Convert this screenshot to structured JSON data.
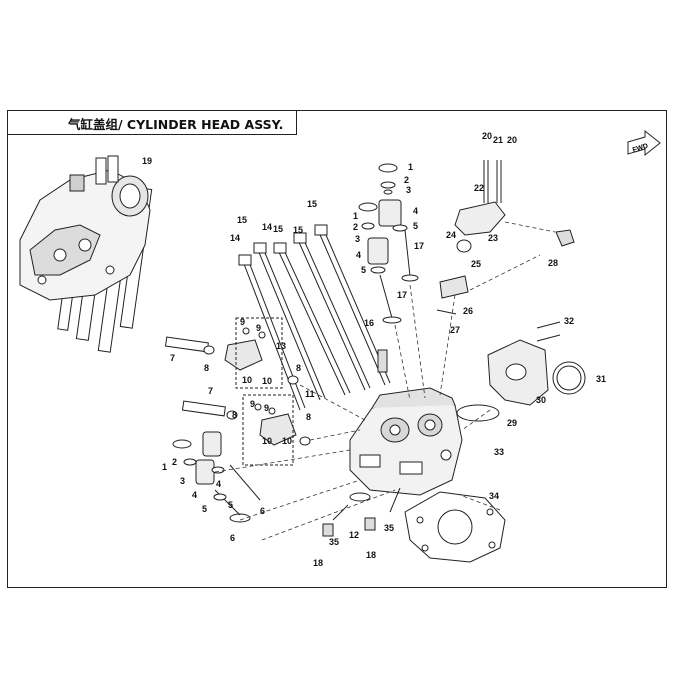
{
  "title": "气缸盖组/ CYLINDER HEAD ASSY.",
  "fwd_label": "FWD",
  "callouts": [
    "1",
    "2",
    "3",
    "4",
    "5",
    "6",
    "7",
    "8",
    "9",
    "10",
    "11",
    "12",
    "13",
    "14",
    "15",
    "16",
    "17",
    "18",
    "19",
    "20",
    "21",
    "22",
    "23",
    "24",
    "25",
    "26",
    "27",
    "28",
    "29",
    "30",
    "31",
    "32",
    "33",
    "34",
    "35"
  ],
  "colors": {
    "line": "#222222",
    "background": "#ffffff"
  }
}
